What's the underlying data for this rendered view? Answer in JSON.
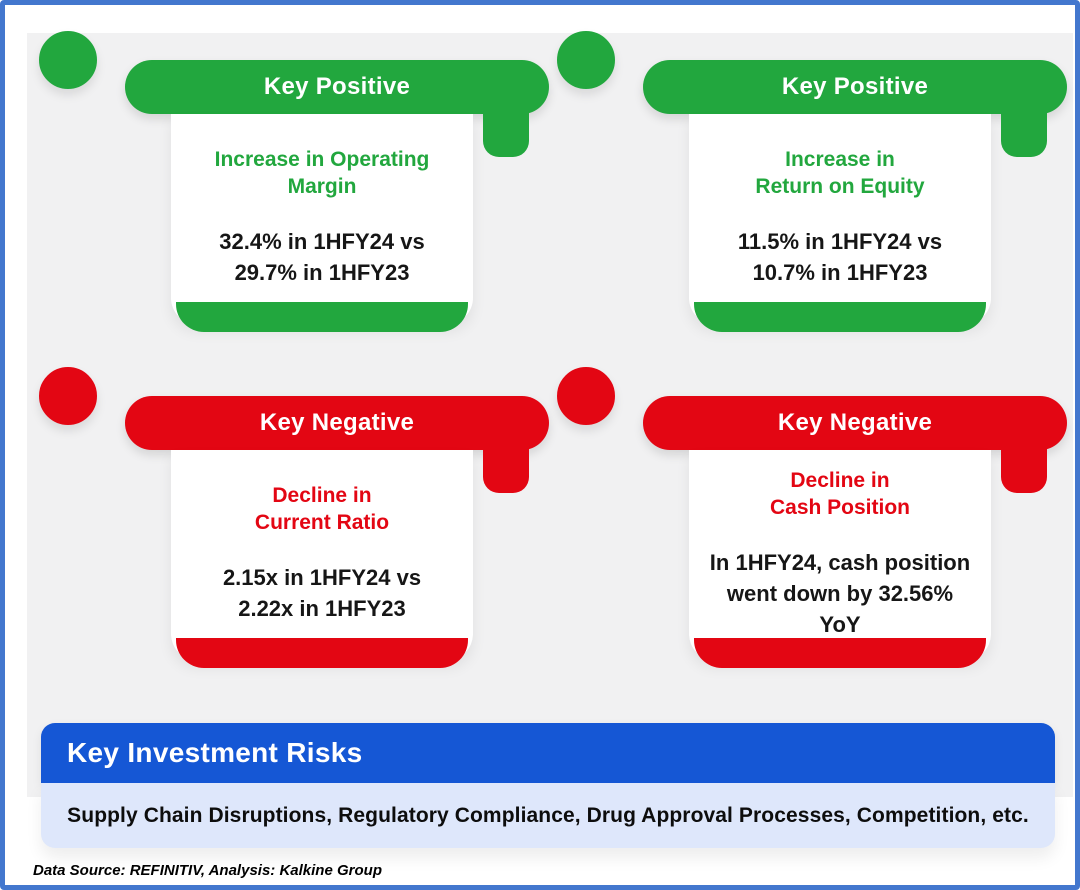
{
  "theme": {
    "positive_color": "#22A73E",
    "negative_color": "#E30613",
    "banner_blue": "#1557D5",
    "risks_strip_bg": "#DEE7FB",
    "panel_bg": "#F1F1F2",
    "border_blue": "#4377CE"
  },
  "cards": [
    {
      "type": "positive",
      "title": "Key Positive",
      "subtitle_lines": [
        "Increase in Operating",
        "Margin"
      ],
      "value_lines": [
        "32.4% in 1HFY24 vs",
        "29.7% in 1HFY23"
      ]
    },
    {
      "type": "positive",
      "title": "Key Positive",
      "subtitle_lines": [
        "Increase in",
        "Return on Equity"
      ],
      "value_lines": [
        "11.5% in 1HFY24 vs",
        "10.7% in 1HFY23"
      ]
    },
    {
      "type": "negative",
      "title": "Key Negative",
      "subtitle_lines": [
        "Decline in",
        "Current Ratio"
      ],
      "value_lines": [
        "2.15x in 1HFY24 vs",
        "2.22x in 1HFY23"
      ]
    },
    {
      "type": "negative",
      "title": "Key Negative",
      "subtitle_lines": [
        "Decline in",
        "Cash Position"
      ],
      "value_lines": [
        "In 1HFY24, cash position",
        "went down by 32.56%",
        "YoY"
      ]
    }
  ],
  "risks": {
    "title": "Key Investment Risks",
    "items_text": "Supply Chain Disruptions, Regulatory Compliance, Drug Approval Processes, Competition, etc."
  },
  "footer": {
    "source_note": "Data Source: REFINITIV, Analysis: Kalkine Group"
  }
}
